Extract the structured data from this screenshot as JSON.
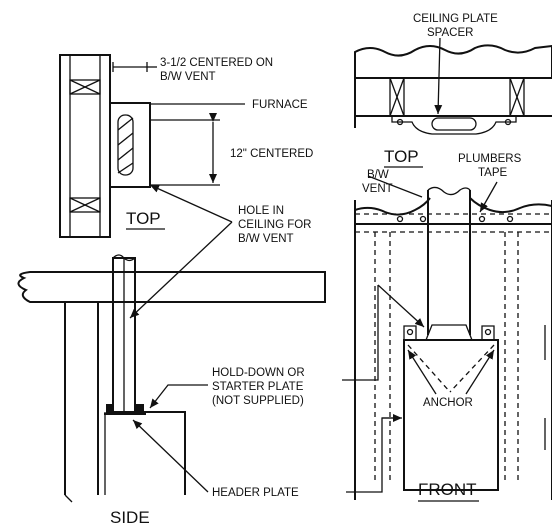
{
  "labels": {
    "ceiling_plate_spacer_1": "CEILING PLATE",
    "ceiling_plate_spacer_2": "SPACER",
    "centered_1": "3-1/2 CENTERED ON",
    "centered_2": "B/W VENT",
    "furnace": "FURNACE",
    "twelve_centered": "12\" CENTERED",
    "top_left": "TOP",
    "top_right": "TOP",
    "plumbers_1": "PLUMBERS",
    "plumbers_2": "TAPE",
    "bw_vent_1": "B/W",
    "bw_vent_2": "VENT",
    "hole_1": "HOLE IN",
    "hole_2": "CEILING FOR",
    "hole_3": "B/W VENT",
    "hold_1": "HOLD-DOWN OR",
    "hold_2": "STARTER PLATE",
    "hold_3": "(NOT SUPPLIED)",
    "anchor": "ANCHOR",
    "header_plate": "HEADER PLATE",
    "front": "FRONT",
    "side": "SIDE"
  }
}
